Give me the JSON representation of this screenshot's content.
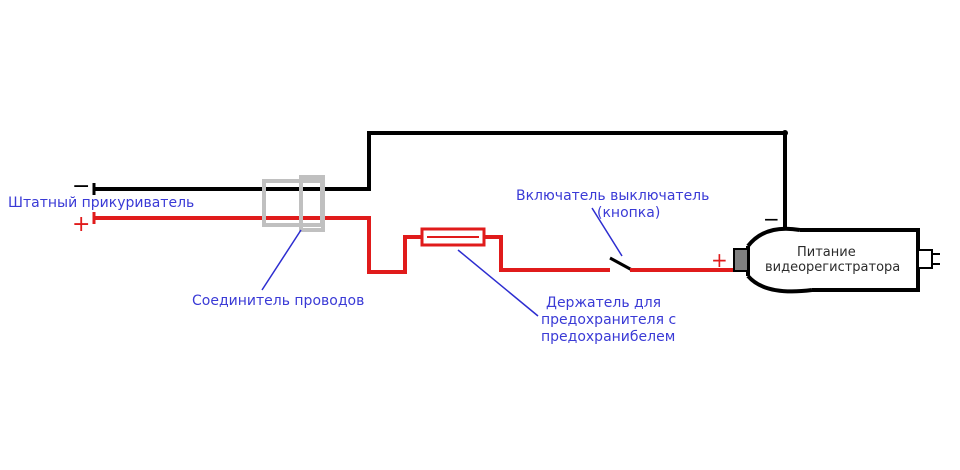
{
  "colors": {
    "negative_wire": "#000000",
    "positive_wire": "#e01b1b",
    "label_text": "#3a3ad6",
    "pointer_line": "#2d2dd0",
    "connector": "#c0c0c0"
  },
  "signs": {
    "minus_left": "−",
    "plus_left": "+",
    "minus_right": "−",
    "plus_right": "+"
  },
  "labels": {
    "cigarette_lighter": "Штатный прикуриватель",
    "connector": "Соединитель проводов",
    "switch_line1": "Включатель выключатель",
    "switch_line2": "(кнопка)",
    "fuse_line1": "Держатель для",
    "fuse_line2": "предохранителя с",
    "fuse_line3": "предохранибелем",
    "plug_line1": "Питание",
    "plug_line2": "видеорегистратора"
  }
}
